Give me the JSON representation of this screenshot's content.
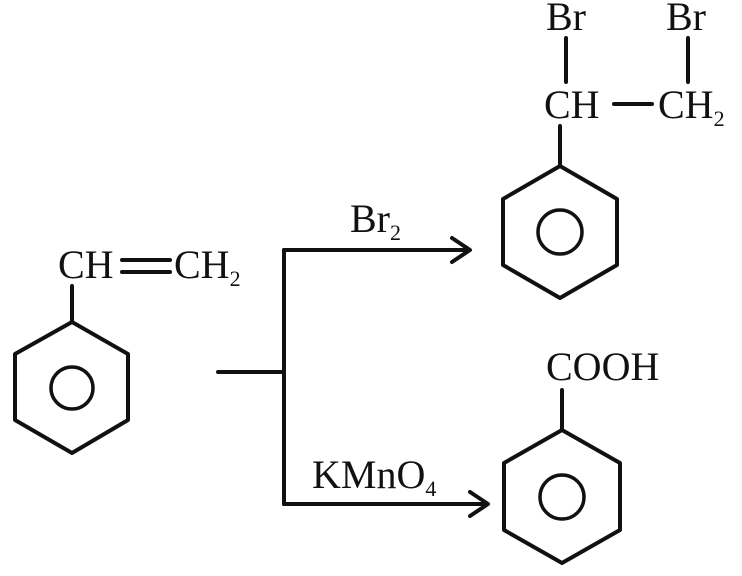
{
  "styrene": {
    "ch": "CH",
    "ch2": "CH",
    "ch2_sub": "2"
  },
  "bromination": {
    "reagent": "Br",
    "reagent_sub": "2",
    "product": {
      "br1": "Br",
      "br2": "Br",
      "ch": "CH",
      "ch2": "CH",
      "ch2_sub": "2"
    }
  },
  "oxidation": {
    "reagent": "KMnO",
    "reagent_sub": "4",
    "product": {
      "group": "COOH"
    }
  }
}
